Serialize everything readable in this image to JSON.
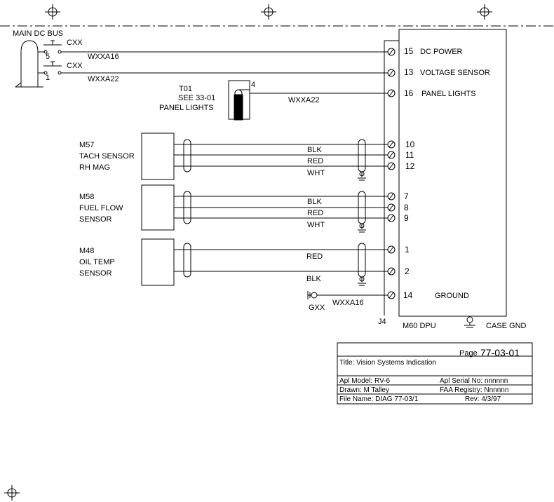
{
  "bus": {
    "label": "MAIN DC BUS"
  },
  "breakers": [
    {
      "name": "CXX",
      "num": "5",
      "wire": "WXXA16"
    },
    {
      "name": "CXX",
      "num": "1",
      "wire": "WXXA22"
    }
  ],
  "switch": {
    "id": "T01",
    "see": "SEE 33-01",
    "desc": "PANEL LIGHTS",
    "pin": "4",
    "wire": "WXXA22"
  },
  "dpu": {
    "connector": "J4",
    "name": "M60 DPU",
    "case_gnd": "CASE GND",
    "terminals": [
      {
        "pin": "15",
        "label": "DC POWER"
      },
      {
        "pin": "13",
        "label": "VOLTAGE SENSOR"
      },
      {
        "pin": "16",
        "label": "PANEL LIGHTS"
      },
      {
        "pin": "10",
        "label": ""
      },
      {
        "pin": "11",
        "label": ""
      },
      {
        "pin": "12",
        "label": ""
      },
      {
        "pin": "7",
        "label": ""
      },
      {
        "pin": "8",
        "label": ""
      },
      {
        "pin": "9",
        "label": ""
      },
      {
        "pin": "1",
        "label": ""
      },
      {
        "pin": "2",
        "label": ""
      },
      {
        "pin": "14",
        "label": "GROUND"
      }
    ]
  },
  "sensors": [
    {
      "id": "M57",
      "line1": "TACH SENSOR",
      "line2": "RH MAG",
      "wires": [
        "BLK",
        "RED",
        "WHT"
      ]
    },
    {
      "id": "M58",
      "line1": "FUEL FLOW",
      "line2": "SENSOR",
      "wires": [
        "BLK",
        "RED",
        "WHT"
      ]
    },
    {
      "id": "M48",
      "line1": "OIL TEMP",
      "line2": "SENSOR",
      "wires": [
        "RED",
        "BLK"
      ]
    }
  ],
  "ground": {
    "label": "GXX",
    "wire": "WXXA16"
  },
  "title_block": {
    "page_label": "Page",
    "page": "77-03-01",
    "title": "Title: Vision Systems Indication",
    "model": "Apl Model: RV-6",
    "serial": "Apl Serial No: nnnnnn",
    "drawn": "Drawn: M Talley",
    "registry": "FAA Registry: Nnnnnn",
    "file": "File Name: DIAG  77-03/1",
    "rev": "Rev: 4/3/97"
  }
}
